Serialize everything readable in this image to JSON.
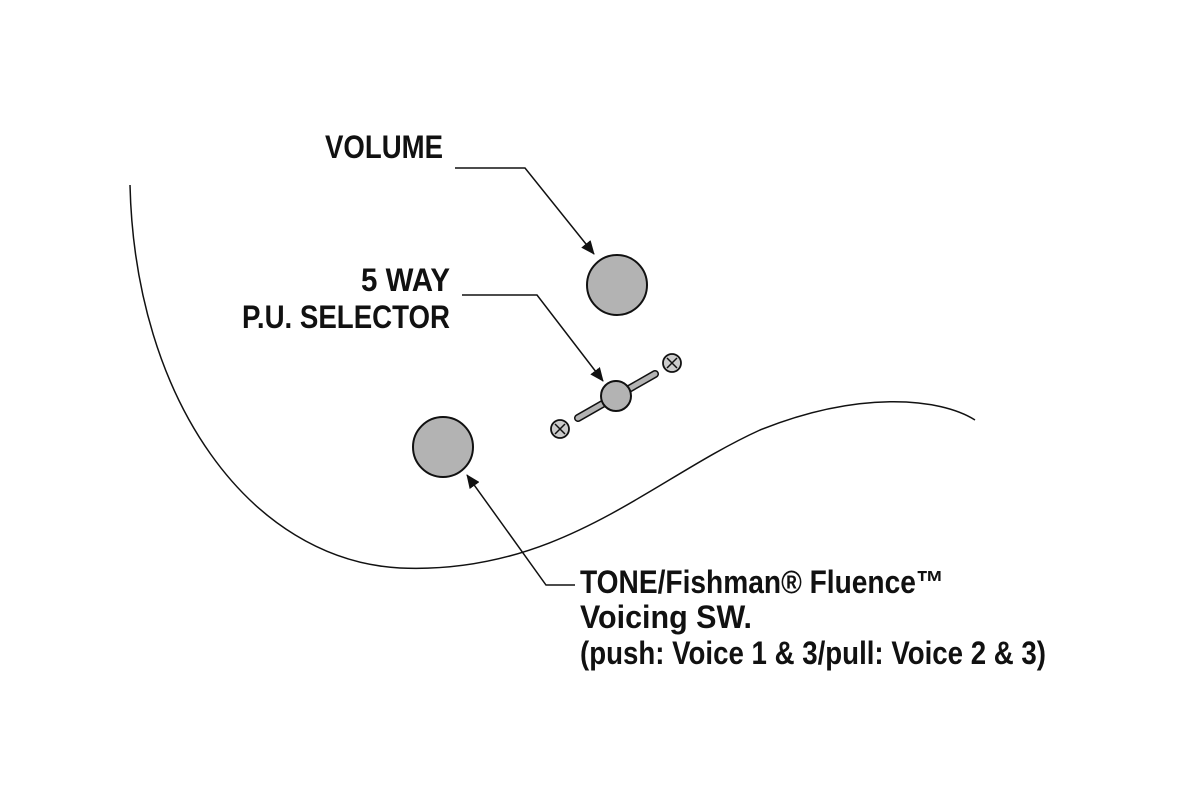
{
  "labels": {
    "volume": "VOLUME",
    "selector_line1": "5 WAY",
    "selector_line2": "P.U. SELECTOR",
    "tone_line1": "TONE/Fishman® Fluence™",
    "tone_line2": "Voicing SW.",
    "tone_line3": "(push: Voice 1 & 3/pull: Voice 2 & 3)"
  },
  "colors": {
    "knob_fill": "#b3b3b3",
    "line": "#111111"
  }
}
